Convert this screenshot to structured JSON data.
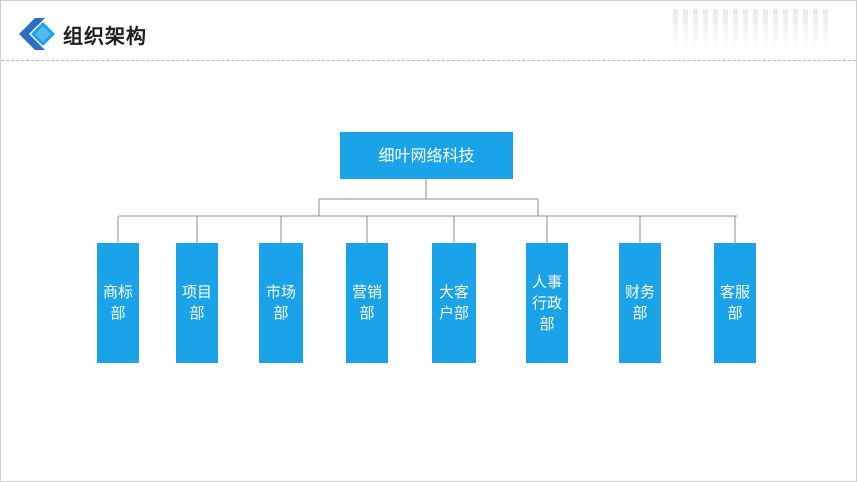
{
  "header": {
    "title": "组织架构",
    "logo_icon": "chevron-right-logo-icon",
    "accent_color": "#1aa3e8"
  },
  "org_chart": {
    "root": {
      "label": "细叶网络科技"
    },
    "departments": [
      {
        "label": "商标部"
      },
      {
        "label": "项目部"
      },
      {
        "label": "市场部"
      },
      {
        "label": "营销部"
      },
      {
        "label": "大客户部"
      },
      {
        "label": "人事行政部"
      },
      {
        "label": "财务部"
      },
      {
        "label": "客服部"
      }
    ],
    "box_color": "#1aa3e8",
    "connector_color": "#8c8c8c"
  }
}
